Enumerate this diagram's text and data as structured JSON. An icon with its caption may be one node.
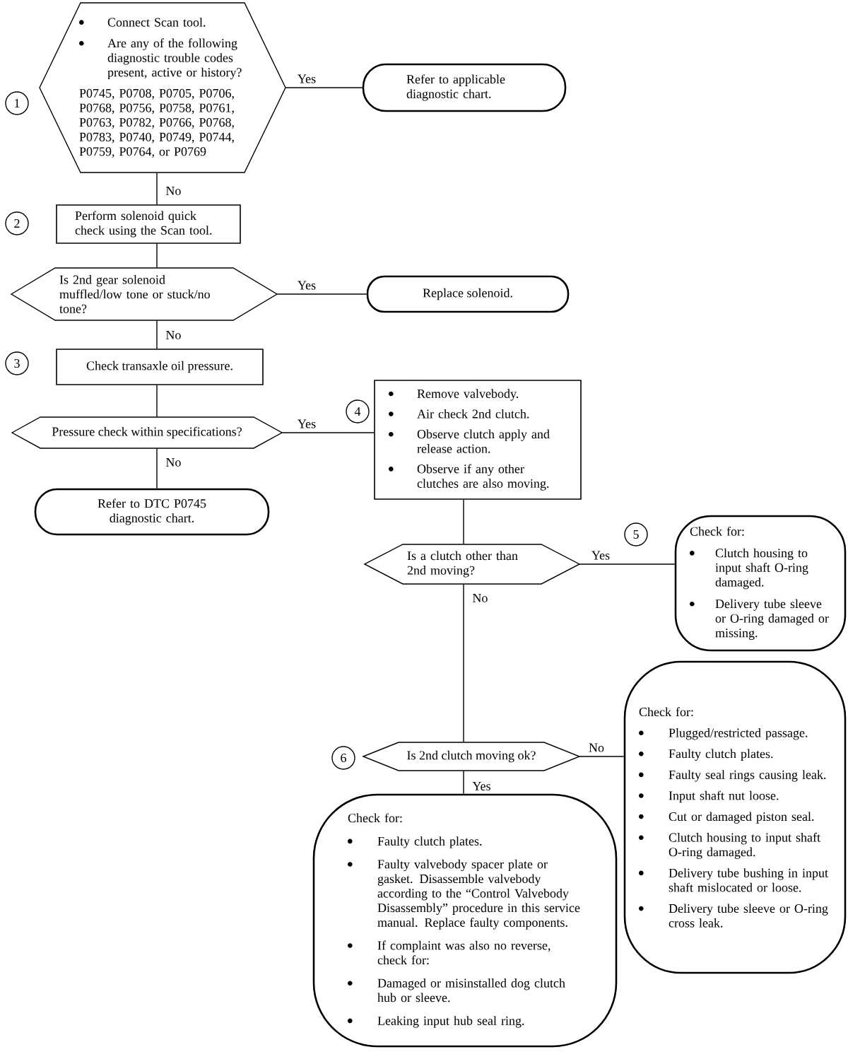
{
  "diagram": {
    "nodes": [
      {
        "text": [
          "1"
        ]
      },
      {
        "text": [
          "Connect Scan tool.",
          "Are any of the following diagnostic trouble codes present, active or history?",
          "P0745, P0708, P0705, P0706, P0768, P0756, P0758, P0761, P0763, P0782, P0766, P0768, P0783, P0740, P0749, P0744, P0759, P0764, or P0769"
        ]
      },
      {
        "text": [
          "Refer to applicable diagnostic chart."
        ]
      },
      {
        "text": [
          "2"
        ]
      },
      {
        "text": [
          "Perform solenoid quick check using the Scan tool."
        ]
      },
      {
        "text": [
          "Is 2nd gear solenoid muffled/low tone or stuck/no tone?"
        ]
      },
      {
        "text": [
          "Replace solenoid."
        ]
      },
      {
        "text": [
          "3"
        ]
      },
      {
        "text": [
          "Check transaxle oil pressure."
        ]
      },
      {
        "text": [
          "Pressure check within specifications?"
        ]
      },
      {
        "text": [
          "4"
        ]
      },
      {
        "text": [
          "Remove valvebody.",
          "Air check 2nd clutch.",
          "Observe clutch apply and release action.",
          "Observe if any other clutches are also moving."
        ]
      },
      {
        "text": [
          "Refer to DTC P0745 diagnostic chart."
        ]
      },
      {
        "text": [
          "Is a clutch other than 2nd moving?"
        ]
      },
      {
        "text": [
          "5"
        ]
      },
      {
        "text": [
          "Check for:",
          "Clutch housing to input shaft O-ring damaged.",
          "Delivery tube sleeve or O-ring damaged or missing."
        ]
      },
      {
        "text": [
          "Check for:",
          "Plugged/restricted passage.",
          "Faulty clutch plates.",
          "Faulty seal rings causing leak.",
          "Input shaft nut loose.",
          "Cut or damaged piston seal.",
          "Clutch housing to input shaft O-ring damaged.",
          "Delivery tube bushing in input shaft mislocated or loose.",
          "Delivery tube sleeve or O-ring cross leak."
        ]
      },
      {
        "text": [
          "6"
        ]
      },
      {
        "text": [
          "Is 2nd clutch moving ok?"
        ]
      },
      {
        "text": [
          "Check for:",
          "Faulty clutch plates.",
          "Faulty valvebody spacer plate or gasket. Disassemble valvebody according to the “Control Valvebody Disassembly” procedure in this service manual. Replace faulty components.",
          "If complaint was also no reverse, check for:",
          "Damaged or misinstalled dog clutch hub or sleeve.",
          "Leaking input hub seal ring."
        ]
      }
    ],
    "edges": [
      {
        "from": 1,
        "to": 2,
        "arrow": "none",
        "label": "Yes"
      },
      {
        "from": 1,
        "to": 4,
        "arrow": "none",
        "label": "No"
      },
      {
        "from": 4,
        "to": 5,
        "arrow": "none"
      },
      {
        "from": 5,
        "to": 6,
        "arrow": "none",
        "label": "Yes"
      },
      {
        "from": 5,
        "to": 8,
        "arrow": "none",
        "label": "No"
      },
      {
        "from": 8,
        "to": 9,
        "arrow": "none"
      },
      {
        "from": 9,
        "to": 11,
        "arrow": "none",
        "label": "Yes"
      },
      {
        "from": 9,
        "to": 12,
        "arrow": "none",
        "label": "No"
      },
      {
        "from": 11,
        "to": 13,
        "arrow": "none"
      },
      {
        "from": 13,
        "to": 15,
        "arrow": "none",
        "label": "Yes"
      },
      {
        "from": 13,
        "to": 18,
        "arrow": "none",
        "label": "No"
      },
      {
        "from": 18,
        "to": 16,
        "arrow": "none",
        "label": "No"
      },
      {
        "from": 18,
        "to": 19,
        "arrow": "none",
        "label": "Yes"
      }
    ]
  }
}
